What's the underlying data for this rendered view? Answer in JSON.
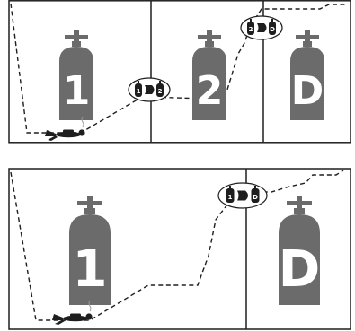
{
  "panels": [
    {
      "cylinders": [
        {
          "label": "1"
        },
        {
          "label": "2"
        },
        {
          "label": "D"
        }
      ],
      "switches": [
        {
          "from": "1",
          "to": "2"
        },
        {
          "from": "2",
          "to": "D"
        }
      ]
    },
    {
      "cylinders": [
        {
          "label": "1"
        },
        {
          "label": "D"
        }
      ],
      "switches": [
        {
          "from": "1",
          "to": "D"
        }
      ]
    }
  ],
  "colors": {
    "cylinder": "#6b6b6b",
    "line": "#1e1e1e",
    "background": "#ffffff"
  },
  "icons": {
    "cylinder": "gas-cylinder-icon",
    "diver": "scuba-diver-icon",
    "switch": "gas-switch-arrow-icon"
  }
}
